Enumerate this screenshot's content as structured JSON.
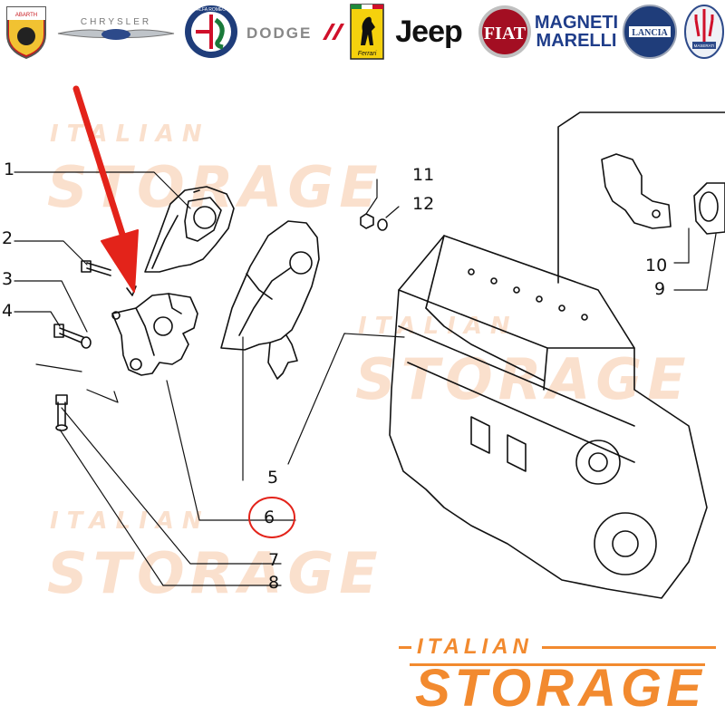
{
  "brands": {
    "abarth": "ABARTH",
    "chrysler": "CHRYSLER",
    "alfa_romeo": "ALFA ROMEO",
    "dodge": "DODGE",
    "ferrari": "Ferrari",
    "jeep": "Jeep",
    "fiat": "FIAT",
    "magneti_marelli_line1": "MAGNETI",
    "magneti_marelli_line2": "MARELLI",
    "lancia": "LANCIA",
    "maserati": "MASERATI"
  },
  "callouts": [
    "1",
    "2",
    "3",
    "4",
    "5",
    "6",
    "7",
    "8",
    "9",
    "10",
    "11",
    "12"
  ],
  "highlighted_callout": "6",
  "watermark": {
    "line1": "ITALIAN",
    "line2": "STORAGE"
  },
  "brand_logo": {
    "line1": "ITALIAN",
    "line2": "STORAGE"
  },
  "colors": {
    "arrow": "#e3231a",
    "highlight_circle": "#e3231a",
    "brand_orange": "#f28a2f",
    "watermark": "#f7c7a6"
  },
  "icons": {
    "arrow": "red-arrow-icon",
    "highlight": "red-circle-icon"
  }
}
